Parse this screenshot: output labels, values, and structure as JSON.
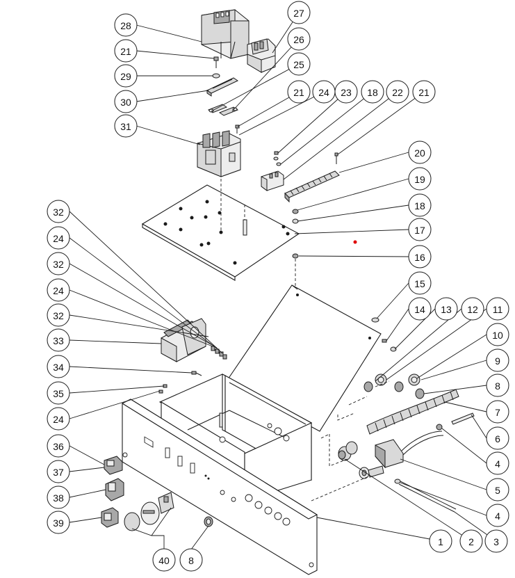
{
  "diagram": {
    "type": "exploded-parts-diagram",
    "callouts": [
      {
        "id": "c28",
        "label": "28"
      },
      {
        "id": "c27",
        "label": "27"
      },
      {
        "id": "c26",
        "label": "26"
      },
      {
        "id": "c21a",
        "label": "21"
      },
      {
        "id": "c29",
        "label": "29"
      },
      {
        "id": "c25",
        "label": "25"
      },
      {
        "id": "c30",
        "label": "30"
      },
      {
        "id": "c21b",
        "label": "21"
      },
      {
        "id": "c24a",
        "label": "24"
      },
      {
        "id": "c23",
        "label": "23"
      },
      {
        "id": "c18a",
        "label": "18"
      },
      {
        "id": "c22",
        "label": "22"
      },
      {
        "id": "c21c",
        "label": "21"
      },
      {
        "id": "c31",
        "label": "31"
      },
      {
        "id": "c20",
        "label": "20"
      },
      {
        "id": "c19",
        "label": "19"
      },
      {
        "id": "c18b",
        "label": "18"
      },
      {
        "id": "c17",
        "label": "17"
      },
      {
        "id": "c16",
        "label": "16"
      },
      {
        "id": "c15",
        "label": "15"
      },
      {
        "id": "c32a",
        "label": "32"
      },
      {
        "id": "c24b",
        "label": "24"
      },
      {
        "id": "c32b",
        "label": "32"
      },
      {
        "id": "c24c",
        "label": "24"
      },
      {
        "id": "c32c",
        "label": "32"
      },
      {
        "id": "c33",
        "label": "33"
      },
      {
        "id": "c14",
        "label": "14"
      },
      {
        "id": "c13",
        "label": "13"
      },
      {
        "id": "c12",
        "label": "12"
      },
      {
        "id": "c11",
        "label": "11"
      },
      {
        "id": "c10",
        "label": "10"
      },
      {
        "id": "c9",
        "label": "9"
      },
      {
        "id": "c8a",
        "label": "8"
      },
      {
        "id": "c7",
        "label": "7"
      },
      {
        "id": "c34",
        "label": "34"
      },
      {
        "id": "c35",
        "label": "35"
      },
      {
        "id": "c24d",
        "label": "24"
      },
      {
        "id": "c6",
        "label": "6"
      },
      {
        "id": "c36",
        "label": "36"
      },
      {
        "id": "c4a",
        "label": "4"
      },
      {
        "id": "c37",
        "label": "37"
      },
      {
        "id": "c5",
        "label": "5"
      },
      {
        "id": "c38",
        "label": "38"
      },
      {
        "id": "c4b",
        "label": "4"
      },
      {
        "id": "c39",
        "label": "39"
      },
      {
        "id": "c1",
        "label": "1"
      },
      {
        "id": "c2",
        "label": "2"
      },
      {
        "id": "c3",
        "label": "3"
      },
      {
        "id": "c40",
        "label": "40"
      },
      {
        "id": "c8b",
        "label": "8"
      }
    ]
  }
}
